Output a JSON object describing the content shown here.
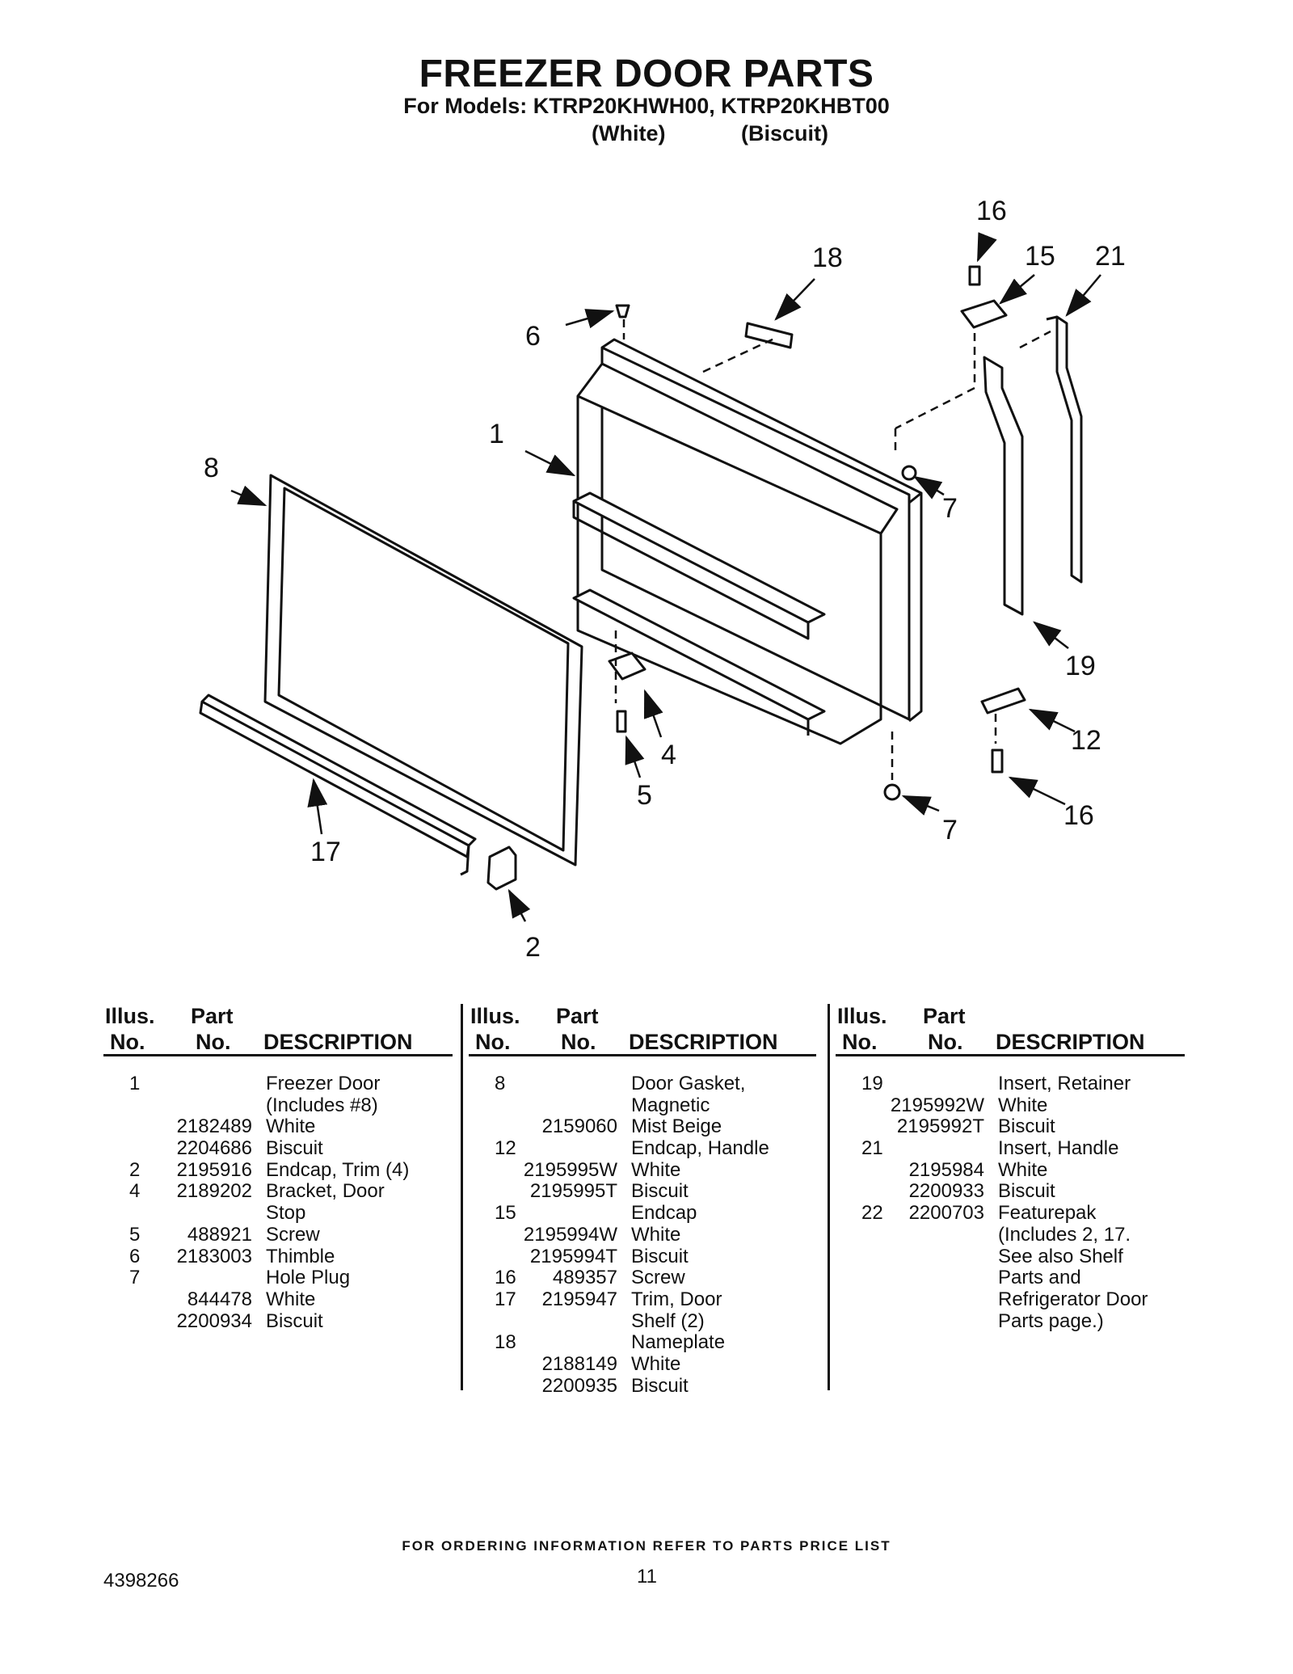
{
  "header": {
    "title": "FREEZER DOOR PARTS",
    "models_line": "For Models: KTRP20KHWH00, KTRP20KHBT00",
    "variant_white": "(White)",
    "variant_biscuit": "(Biscuit)"
  },
  "diagram": {
    "callouts": [
      "16",
      "18",
      "15",
      "21",
      "6",
      "1",
      "8",
      "7",
      "19",
      "4",
      "12",
      "5",
      "7",
      "16",
      "17",
      "2"
    ]
  },
  "table": {
    "headers": {
      "illus_line1": "Illus.",
      "illus_line2": "No.",
      "part_line1": "Part",
      "part_line2": "No.",
      "description": "DESCRIPTION"
    },
    "col1": [
      {
        "illus": "1",
        "part": "",
        "desc": "Freezer Door"
      },
      {
        "illus": "",
        "part": "",
        "desc": "(Includes #8)"
      },
      {
        "illus": "",
        "part": "2182489",
        "desc": "White"
      },
      {
        "illus": "",
        "part": "2204686",
        "desc": "Biscuit"
      },
      {
        "illus": "2",
        "part": "2195916",
        "desc": "Endcap, Trim (4)"
      },
      {
        "illus": "4",
        "part": "2189202",
        "desc": "Bracket, Door"
      },
      {
        "illus": "",
        "part": "",
        "desc": "Stop"
      },
      {
        "illus": "5",
        "part": "488921",
        "desc": "Screw"
      },
      {
        "illus": "6",
        "part": "2183003",
        "desc": "Thimble"
      },
      {
        "illus": "7",
        "part": "",
        "desc": "Hole Plug"
      },
      {
        "illus": "",
        "part": "844478",
        "desc": "White"
      },
      {
        "illus": "",
        "part": "2200934",
        "desc": "Biscuit"
      }
    ],
    "col2": [
      {
        "illus": "8",
        "part": "",
        "desc": "Door Gasket,"
      },
      {
        "illus": "",
        "part": "",
        "desc": "Magnetic"
      },
      {
        "illus": "",
        "part": "2159060",
        "desc": "Mist Beige"
      },
      {
        "illus": "12",
        "part": "",
        "desc": "Endcap, Handle"
      },
      {
        "illus": "",
        "part": "2195995W",
        "desc": "White"
      },
      {
        "illus": "",
        "part": "2195995T",
        "desc": "Biscuit"
      },
      {
        "illus": "15",
        "part": "",
        "desc": "Endcap"
      },
      {
        "illus": "",
        "part": "2195994W",
        "desc": "White"
      },
      {
        "illus": "",
        "part": "2195994T",
        "desc": "Biscuit"
      },
      {
        "illus": "16",
        "part": "489357",
        "desc": "Screw"
      },
      {
        "illus": "17",
        "part": "2195947",
        "desc": "Trim, Door"
      },
      {
        "illus": "",
        "part": "",
        "desc": "Shelf (2)"
      },
      {
        "illus": "18",
        "part": "",
        "desc": "Nameplate"
      },
      {
        "illus": "",
        "part": "2188149",
        "desc": "White"
      },
      {
        "illus": "",
        "part": "2200935",
        "desc": "Biscuit"
      }
    ],
    "col3": [
      {
        "illus": "19",
        "part": "",
        "desc": "Insert, Retainer"
      },
      {
        "illus": "",
        "part": "2195992W",
        "desc": "White"
      },
      {
        "illus": "",
        "part": "2195992T",
        "desc": "Biscuit"
      },
      {
        "illus": "21",
        "part": "",
        "desc": "Insert, Handle"
      },
      {
        "illus": "",
        "part": "2195984",
        "desc": "White"
      },
      {
        "illus": "",
        "part": "2200933",
        "desc": "Biscuit"
      },
      {
        "illus": "22",
        "part": "2200703",
        "desc": "Featurepak"
      },
      {
        "illus": "",
        "part": "",
        "desc": "(Includes 2, 17."
      },
      {
        "illus": "",
        "part": "",
        "desc": "See also Shelf"
      },
      {
        "illus": "",
        "part": "",
        "desc": "Parts and"
      },
      {
        "illus": "",
        "part": "",
        "desc": "Refrigerator Door"
      },
      {
        "illus": "",
        "part": "",
        "desc": "Parts page.)"
      }
    ]
  },
  "footer": {
    "ordering_note": "FOR ORDERING INFORMATION REFER TO PARTS PRICE LIST",
    "document_number": "4398266",
    "page_number": "11"
  }
}
